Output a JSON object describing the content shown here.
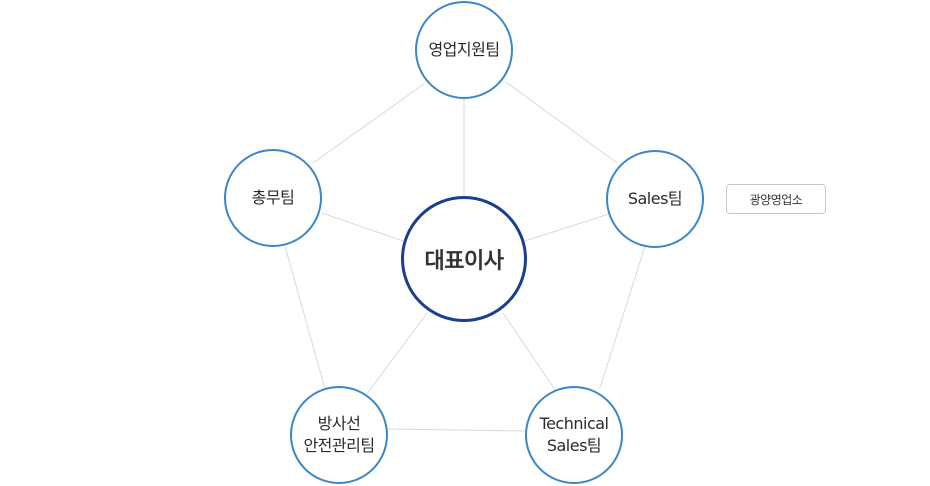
{
  "center": {
    "label": "대표이사"
  },
  "teams": {
    "support": {
      "label": "영업지원팀"
    },
    "general_affairs": {
      "label": "총무팀"
    },
    "sales": {
      "label": "Sales팀"
    },
    "radiation_safety": {
      "line1": "방사선",
      "line2": "안전관리팀"
    },
    "technical_sales": {
      "line1": "Technical",
      "line2": "Sales팀"
    }
  },
  "branch": {
    "label": "광양영업소"
  },
  "colors": {
    "team_border": "#3a86c8",
    "ceo_border": "#1b3f8f",
    "connector": "#d9d9d9",
    "branch_border": "#c8c8c8"
  }
}
